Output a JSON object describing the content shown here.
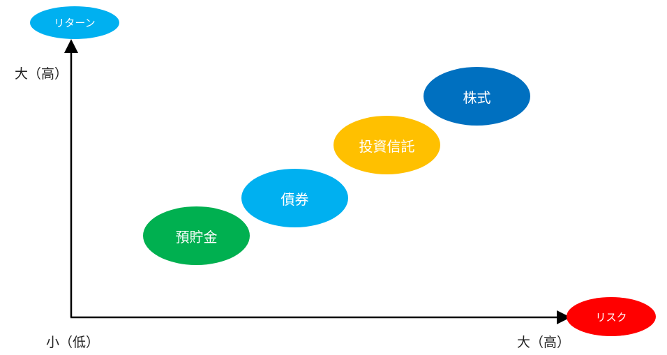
{
  "axes": {
    "y_title": "リターン",
    "x_title": "リスク",
    "y_high": "大（高）",
    "origin": "小（低）",
    "x_high": "大（高）"
  },
  "items": [
    {
      "label": "預貯金",
      "color": "#00b050"
    },
    {
      "label": "債券",
      "color": "#00b0f0"
    },
    {
      "label": "投資信託",
      "color": "#ffc000"
    },
    {
      "label": "株式",
      "color": "#0070c0"
    }
  ],
  "colors": {
    "return_badge": "#00b0f0",
    "risk_badge": "#ff0000"
  }
}
